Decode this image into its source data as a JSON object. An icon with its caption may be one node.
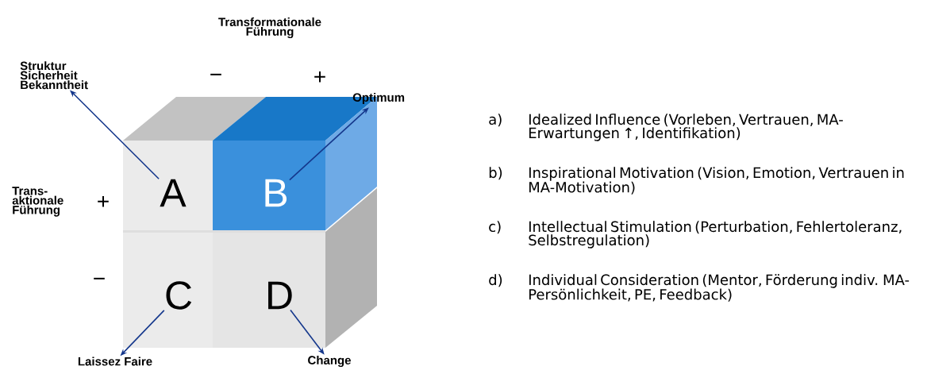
{
  "diagram": {
    "nodes": [
      {
        "text": [
          "A"
        ]
      },
      {
        "text": [
          "B"
        ]
      },
      {
        "text": [
          "C"
        ]
      },
      {
        "text": [
          "D"
        ]
      },
      {
        "text": [
          "Struktur Sicherheit Bekanntheit"
        ]
      },
      {
        "text": [
          "Optimum"
        ]
      },
      {
        "text": [
          "Laissez Faire"
        ]
      },
      {
        "text": [
          "Change"
        ]
      }
    ],
    "edges": [
      {
        "from": 0,
        "to": 4,
        "arrow": "to"
      },
      {
        "from": 1,
        "to": 5,
        "arrow": "to"
      },
      {
        "from": 2,
        "to": 6,
        "arrow": "to"
      },
      {
        "from": 3,
        "to": 7,
        "arrow": "to"
      }
    ],
    "labels": [
      "Transformationale Führung",
      "−",
      "+",
      "Trans-aktionale Führung",
      "+",
      "−",
      "a)",
      "Idealized Influence (Vorleben, Vertrauen, MA-Erwartungen ↑, Identifikation)",
      "b)",
      "Inspirational Motivation (Vision, Emotion, Vertrauen in MA-Motivation)",
      "c)",
      "Intellectual Stimulation (Perturbation, Fehlertoleranz, Selbstregulation)",
      "d)",
      "Individual Consideration (Mentor, Förderung indiv. MA-Persönlichkeit, PE, Feedback)"
    ]
  }
}
